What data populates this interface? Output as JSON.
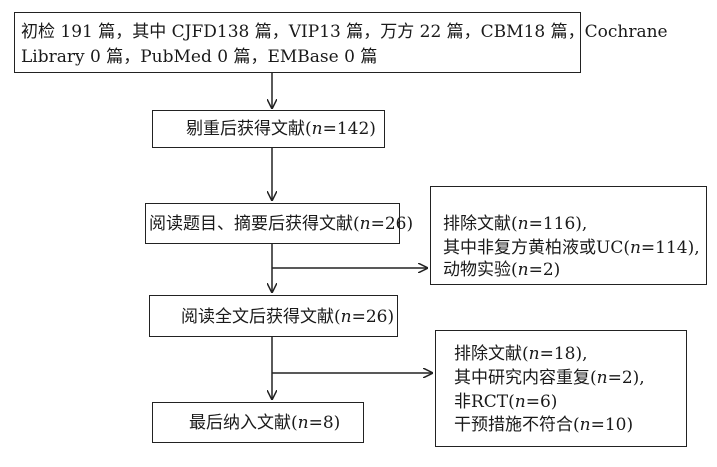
{
  "flow": {
    "initial": {
      "line1": "初检 191 篇，其中 CJFD138 篇，VIP13 篇，万方 22 篇，CBM18 篇，Cochrane",
      "line2": "Library 0 篇，PubMed 0 篇，EMBase 0 篇"
    },
    "dedup": {
      "pre": "剔重后获得文献(",
      "n": "n",
      "post": "=142)"
    },
    "title_abstract": {
      "pre": "阅读题目、摘要后获得文献(",
      "n": "n",
      "post": "=26)"
    },
    "fulltext": {
      "pre": "阅读全文后获得文献(",
      "n": "n",
      "post": "=26)"
    },
    "final": {
      "pre": "最后纳入文献(",
      "n": "n",
      "post": "=8)"
    },
    "exclusion1": {
      "l1_pre": "排除文献(",
      "l1_n": "n",
      "l1_post": "=116),",
      "l2_pre": "其中非复方黄柏液或UC(",
      "l2_n": "n",
      "l2_post": "=114),",
      "l3_pre": "动物实验(",
      "l3_n": "n",
      "l3_post": "=2)"
    },
    "exclusion2": {
      "l1_pre": "排除文献(",
      "l1_n": "n",
      "l1_post": "=18),",
      "l2_pre": "其中研究内容重复(",
      "l2_n": "n",
      "l2_post": "=2),",
      "l3_pre": "非RCT(",
      "l3_n": "n",
      "l3_post": "=6)",
      "l4_pre": "干预措施不符合(",
      "l4_n": "n",
      "l4_post": "=10)"
    }
  }
}
